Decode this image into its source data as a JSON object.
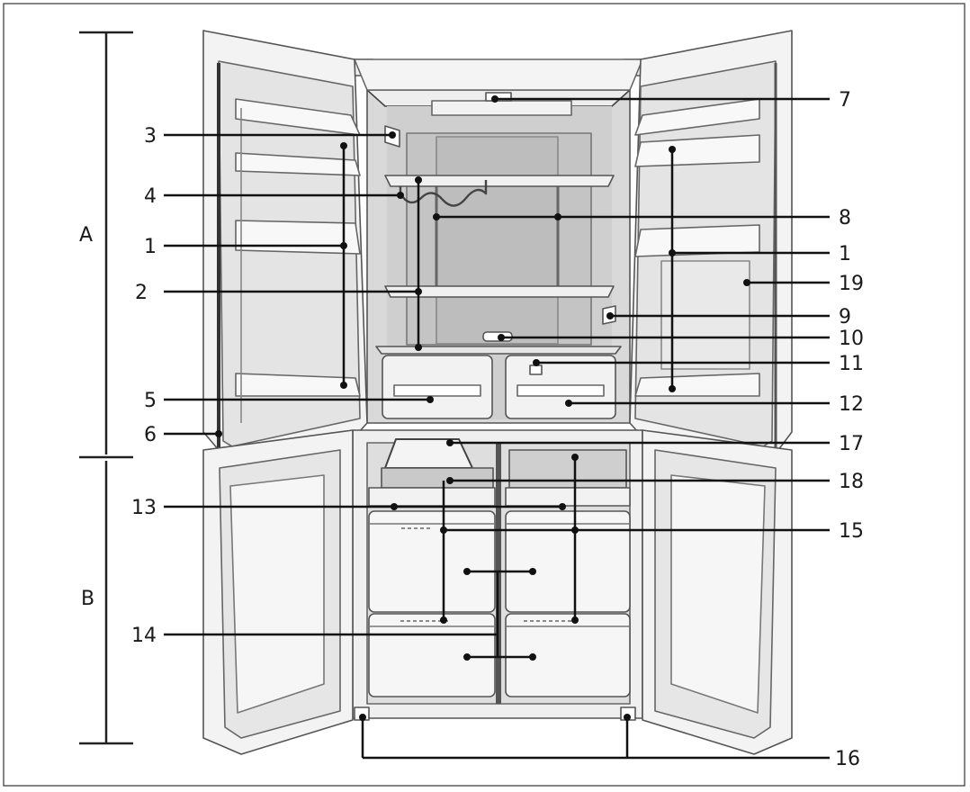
{
  "sections": [
    {
      "id": "A",
      "label": "A"
    },
    {
      "id": "B",
      "label": "B"
    }
  ],
  "callouts": [
    {
      "id": "1-left",
      "label": "1"
    },
    {
      "id": "1-right",
      "label": "1"
    },
    {
      "id": "2",
      "label": "2"
    },
    {
      "id": "3",
      "label": "3"
    },
    {
      "id": "4",
      "label": "4"
    },
    {
      "id": "5",
      "label": "5"
    },
    {
      "id": "6",
      "label": "6"
    },
    {
      "id": "7",
      "label": "7"
    },
    {
      "id": "8",
      "label": "8"
    },
    {
      "id": "9",
      "label": "9"
    },
    {
      "id": "10",
      "label": "10"
    },
    {
      "id": "11",
      "label": "11"
    },
    {
      "id": "12",
      "label": "12"
    },
    {
      "id": "13",
      "label": "13"
    },
    {
      "id": "14",
      "label": "14"
    },
    {
      "id": "15",
      "label": "15"
    },
    {
      "id": "16",
      "label": "16"
    },
    {
      "id": "17",
      "label": "17"
    },
    {
      "id": "18",
      "label": "18"
    },
    {
      "id": "19",
      "label": "19"
    }
  ]
}
